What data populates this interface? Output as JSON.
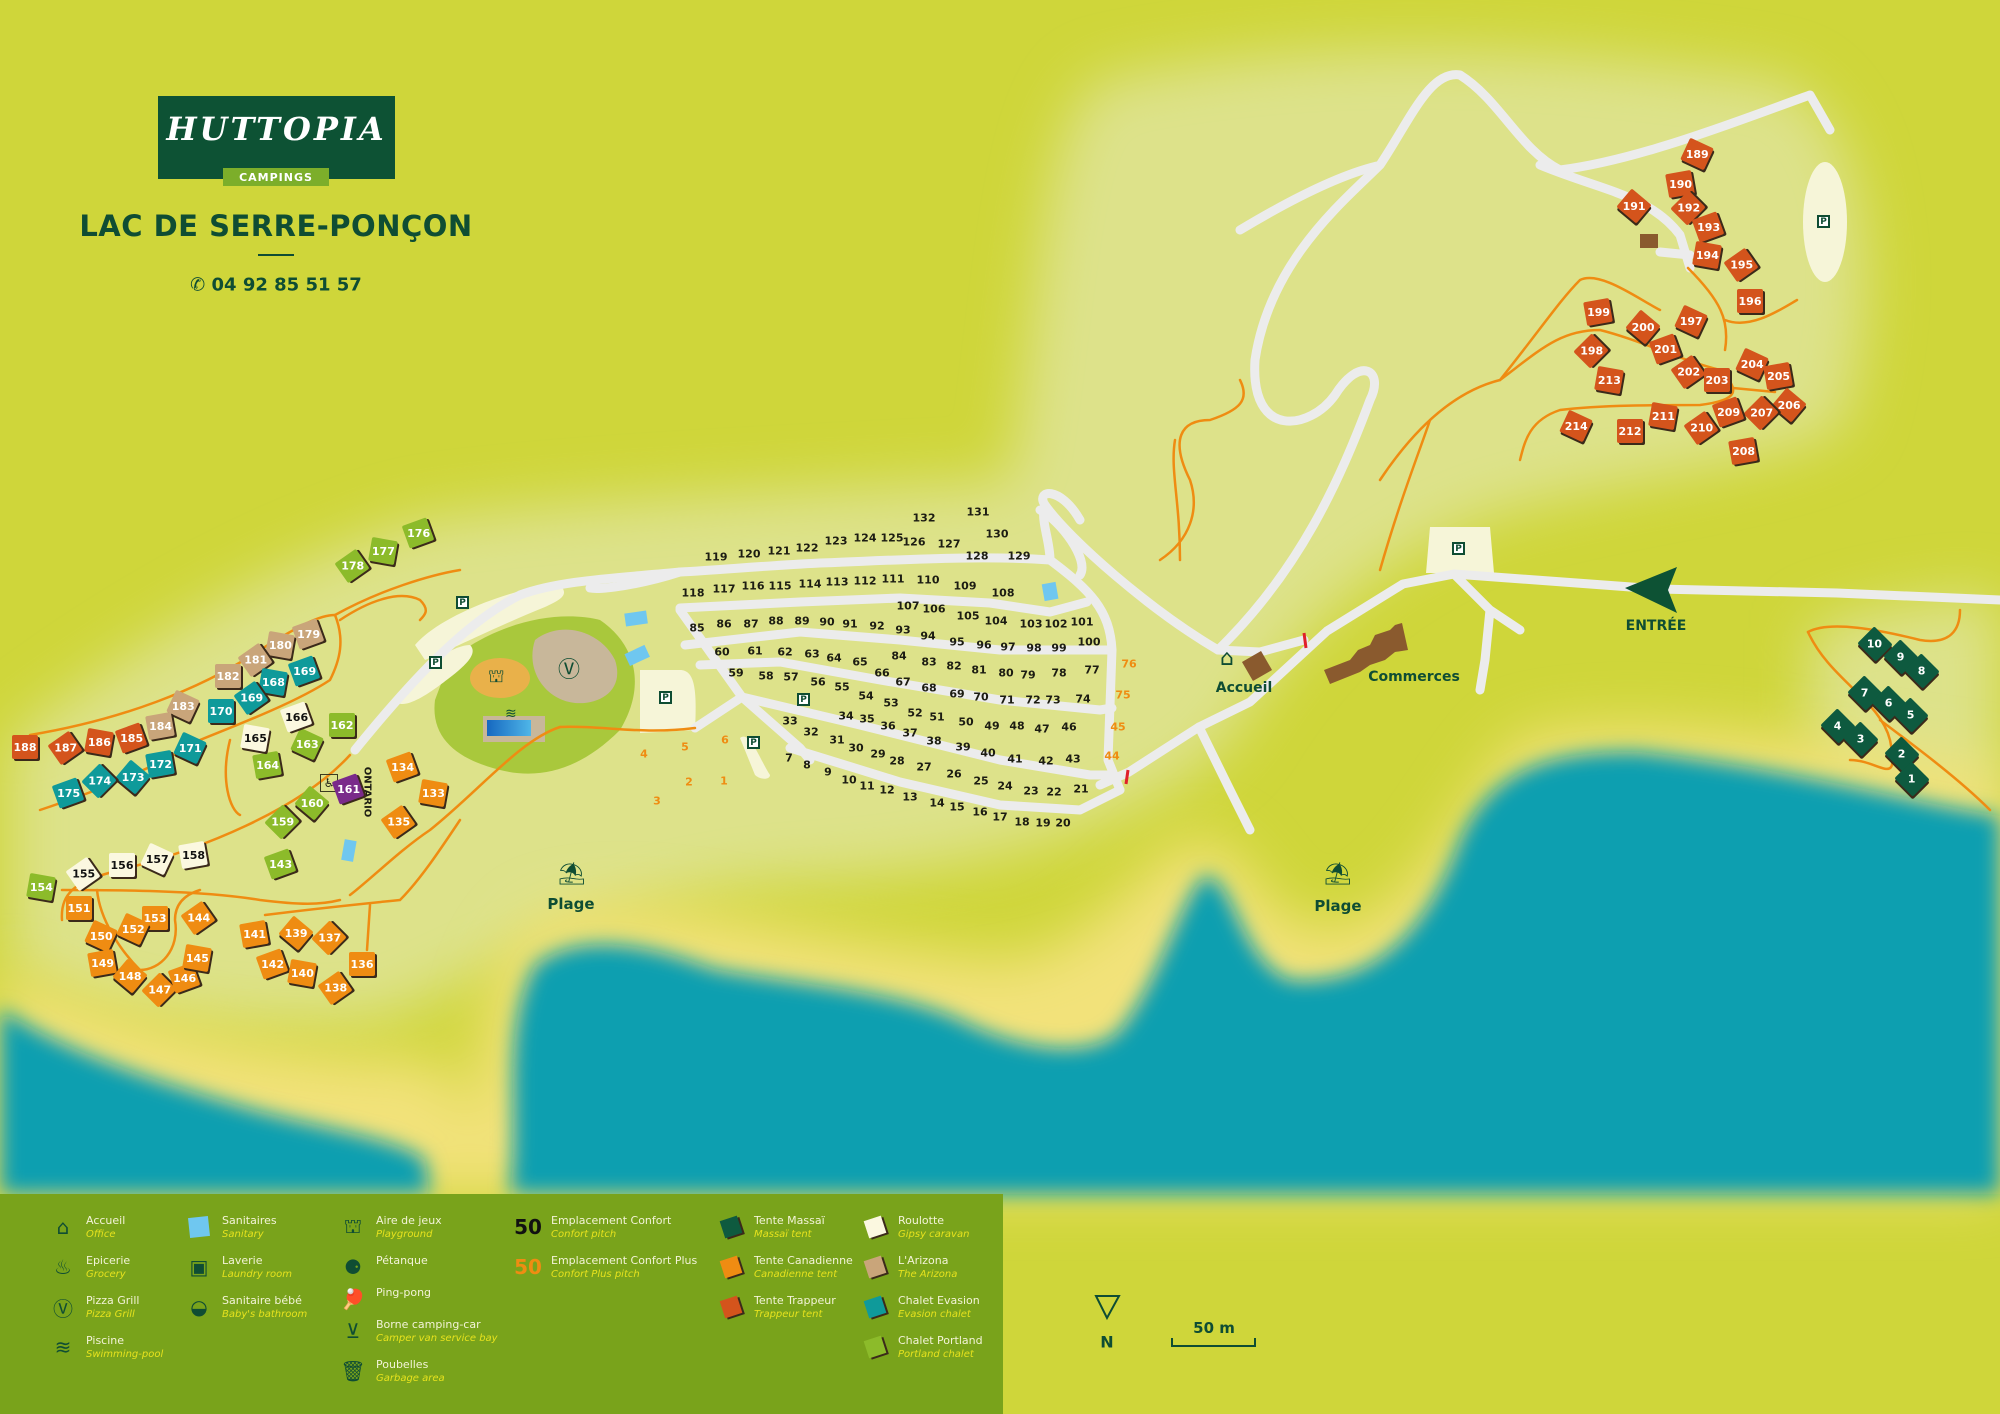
{
  "header": {
    "brand": "HUTTOPIA",
    "brand_sub": "CAMPINGS",
    "site_name": "LAC DE SERRE-PONÇON",
    "phone": "04 92 85 51 57",
    "phone_icon": "phone-icon"
  },
  "colors": {
    "land": "#cfd63a",
    "camp_area": "#dde28a",
    "beach": "#f2e27a",
    "water": "#0c9fb0",
    "road": "#ececec",
    "footpath": "#ef8c12",
    "brand_green": "#0d5234",
    "legend_bg": "#79a31b",
    "massai": "#0e5a3f",
    "canadienne": "#ef8c12",
    "trappeur": "#d4541c",
    "roulotte": "#fbf8e0",
    "arizona": "#c9a57a",
    "evasion": "#0f9a9a",
    "portland": "#8cbb2a",
    "accessible": "#7a2a8a"
  },
  "places": {
    "accueil": "Accueil",
    "commerces": "Commerces",
    "entree": "ENTRÉE",
    "plage_west": "Plage",
    "plage_east": "Plage",
    "ontario": "ONTARIO",
    "parking": "P"
  },
  "confort_pitches": [
    "119",
    "120",
    "121",
    "122",
    "123",
    "124",
    "125",
    "126",
    "127",
    "128",
    "129",
    "130",
    "131",
    "132",
    "118",
    "117",
    "116",
    "115",
    "114",
    "113",
    "112",
    "111",
    "110",
    "109",
    "108",
    "107",
    "106",
    "105",
    "104",
    "103",
    "102",
    "101",
    "100",
    "99",
    "98",
    "97",
    "96",
    "95",
    "94",
    "93",
    "92",
    "91",
    "90",
    "89",
    "88",
    "87",
    "86",
    "85",
    "60",
    "61",
    "62",
    "63",
    "64",
    "65",
    "84",
    "83",
    "82",
    "81",
    "80",
    "79",
    "78",
    "77",
    "66",
    "67",
    "68",
    "69",
    "70",
    "71",
    "72",
    "73",
    "74",
    "59",
    "58",
    "57",
    "56",
    "55",
    "54",
    "53",
    "52",
    "51",
    "50",
    "49",
    "48",
    "47",
    "46",
    "34",
    "35",
    "36",
    "37",
    "38",
    "39",
    "40",
    "41",
    "42",
    "43",
    "33",
    "32",
    "31",
    "30",
    "29",
    "28",
    "27",
    "26",
    "25",
    "24",
    "23",
    "22",
    "21",
    "7",
    "8",
    "9",
    "10",
    "11",
    "12",
    "13",
    "14",
    "15",
    "16",
    "17",
    "18",
    "19",
    "20"
  ],
  "confort_plus_pitches": [
    "76",
    "75",
    "45",
    "44",
    "4",
    "5",
    "6",
    "3",
    "2",
    "1"
  ],
  "accommodations": {
    "portland": [
      "176",
      "177",
      "178",
      "162",
      "163",
      "164",
      "160",
      "159",
      "143",
      "154"
    ],
    "arizona": [
      "179",
      "180",
      "181",
      "182",
      "183",
      "184"
    ],
    "trappeur": [
      "185",
      "186",
      "187",
      "188",
      "189",
      "190",
      "191",
      "192",
      "193",
      "194",
      "195",
      "196",
      "197",
      "199",
      "200",
      "198",
      "201",
      "213",
      "202",
      "203",
      "204",
      "205",
      "206",
      "207",
      "209",
      "211",
      "210",
      "212",
      "214",
      "208"
    ],
    "evasion": [
      "169",
      "168",
      "169",
      "170",
      "171",
      "172",
      "173",
      "174",
      "175"
    ],
    "roulotte": [
      "166",
      "165",
      "155",
      "156",
      "157",
      "158"
    ],
    "canadienne": [
      "134",
      "133",
      "135",
      "151",
      "150",
      "149",
      "148",
      "147",
      "146",
      "145",
      "144",
      "153",
      "152",
      "141",
      "139",
      "137",
      "142",
      "140",
      "138",
      "136"
    ],
    "massai": [
      "10",
      "9",
      "8",
      "7",
      "6",
      "5",
      "4",
      "3",
      "2",
      "1"
    ],
    "accessible": [
      "161"
    ]
  },
  "legend": {
    "col1": [
      {
        "fr": "Accueil",
        "en": "Office",
        "icon": "office-icon"
      },
      {
        "fr": "Epicerie",
        "en": "Grocery",
        "icon": "grocery-icon"
      },
      {
        "fr": "Pizza Grill",
        "en": "Pizza Grill",
        "icon": "pizza-grill-icon"
      },
      {
        "fr": "Piscine",
        "en": "Swimming-pool",
        "icon": "swimming-pool-icon"
      }
    ],
    "col2": [
      {
        "fr": "Sanitaires",
        "en": "Sanitary",
        "icon": "sanitary-icon"
      },
      {
        "fr": "Laverie",
        "en": "Laundry room",
        "icon": "laundry-icon"
      },
      {
        "fr": "Sanitaire bébé",
        "en": "Baby's bathroom",
        "icon": "baby-bathroom-icon"
      }
    ],
    "col3": [
      {
        "fr": "Aire de jeux",
        "en": "Playground",
        "icon": "playground-icon"
      },
      {
        "fr": "Pétanque",
        "en": "",
        "icon": "petanque-icon"
      },
      {
        "fr": "Ping-pong",
        "en": "",
        "icon": "ping-pong-icon"
      },
      {
        "fr": "Borne camping-car",
        "en": "Camper van service bay",
        "icon": "camper-service-icon"
      },
      {
        "fr": "Poubelles",
        "en": "Garbage area",
        "icon": "garbage-icon"
      }
    ],
    "col4": [
      {
        "fr": "Emplacement Confort",
        "en": "Confort pitch",
        "sample": "50"
      },
      {
        "fr": "Emplacement Confort Plus",
        "en": "Confort Plus pitch",
        "sample": "50"
      }
    ],
    "col5": [
      {
        "fr": "Tente Massaï",
        "en": "Massaï tent"
      },
      {
        "fr": "Tente Canadienne",
        "en": "Canadienne tent"
      },
      {
        "fr": "Tente Trappeur",
        "en": "Trappeur tent"
      }
    ],
    "col6": [
      {
        "fr": "Roulotte",
        "en": "Gipsy caravan"
      },
      {
        "fr": "L'Arizona",
        "en": "The Arizona"
      },
      {
        "fr": "Chalet Evasion",
        "en": "Evasion chalet"
      },
      {
        "fr": "Chalet Portland",
        "en": "Portland chalet"
      }
    ]
  },
  "scale": {
    "north": "N",
    "distance": "50 m"
  }
}
